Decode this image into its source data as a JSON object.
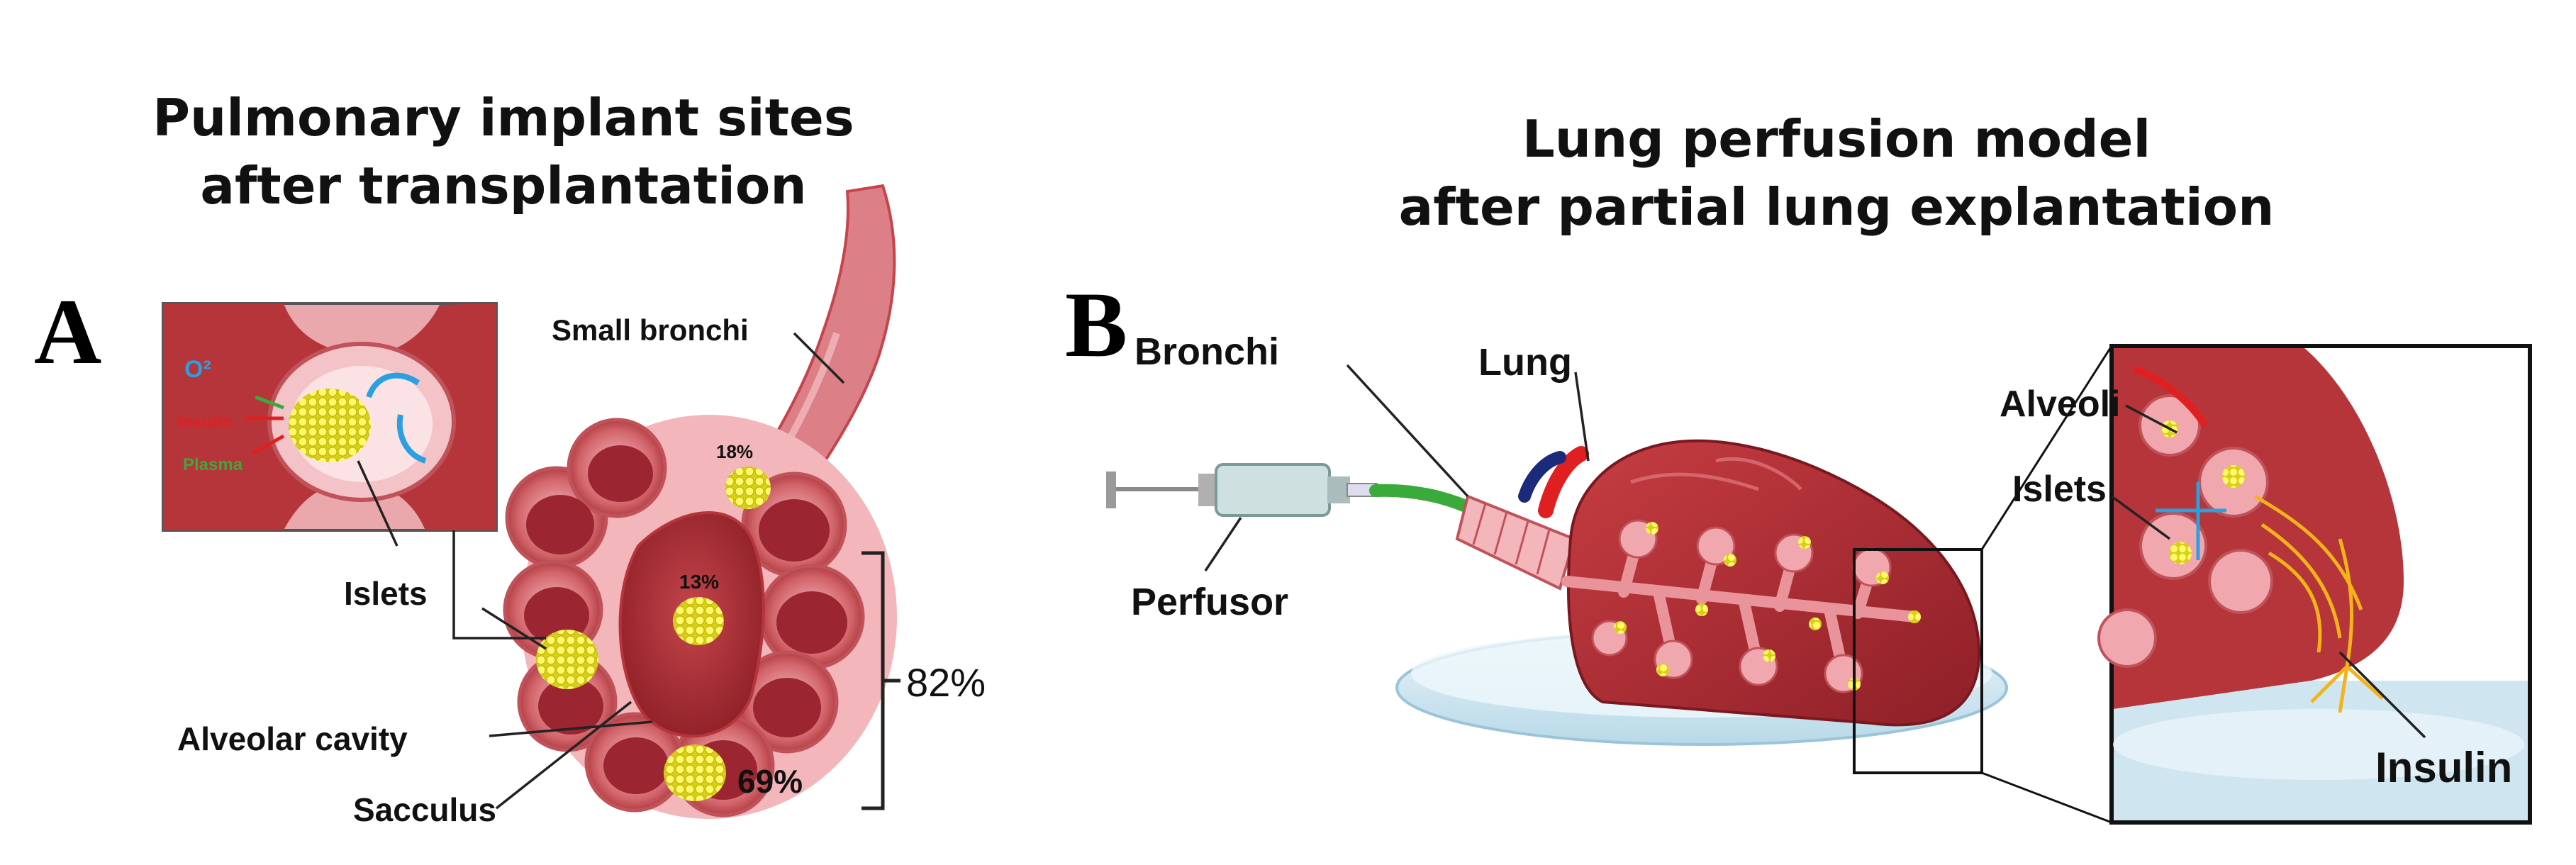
{
  "panel_a": {
    "title_line1": "Pulmonary implant sites",
    "title_line2": "after transplantation",
    "letter": "A",
    "labels": {
      "small_bronchi": "Small bronchi",
      "islets": "Islets",
      "alveolar_cavity": "Alveolar cavity",
      "sacculus": "Sacculus"
    },
    "inset": {
      "oxygen": "O²",
      "insulin": "Insulin",
      "plasma": "Plasma"
    },
    "percentages": {
      "bronchi": "18%",
      "sacculus": "13%",
      "alveolar": "69%",
      "bracket_total": "82%"
    }
  },
  "panel_b": {
    "title_line1": "Lung perfusion model",
    "title_line2": "after partial lung explantation",
    "letter": "B",
    "labels": {
      "bronchi": "Bronchi",
      "lung": "Lung",
      "perfusor": "Perfusor",
      "alveoli": "Alveoli",
      "islets": "Islets",
      "insulin": "Insulin"
    }
  },
  "colors": {
    "tissue_dark": "#b5353a",
    "tissue_mid": "#d2656b",
    "tissue_light": "#ecaab0",
    "islet_yellow": "#f2ec2a",
    "oxygen_blue": "#2aa0e0",
    "insulin_red": "#e02020",
    "plasma_green": "#3aaa3a",
    "dish_blue": "#cfe6f0"
  }
}
